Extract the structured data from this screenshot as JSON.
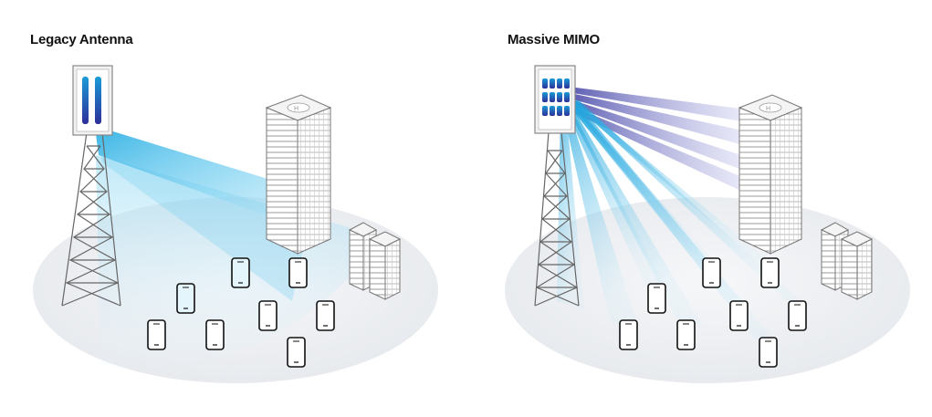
{
  "diagram": {
    "left_panel": {
      "title": "Legacy Antenna",
      "phone_count": 8
    },
    "right_panel": {
      "title": "Massive MIMO",
      "phone_count": 8
    }
  },
  "colors": {
    "beam_light": "#bfe9f7",
    "beam_mid": "#5fc8ee",
    "beam_deep": "#2e2f9e",
    "ground": "#eceff3",
    "outline": "#555555",
    "phone_outline": "#111111"
  }
}
